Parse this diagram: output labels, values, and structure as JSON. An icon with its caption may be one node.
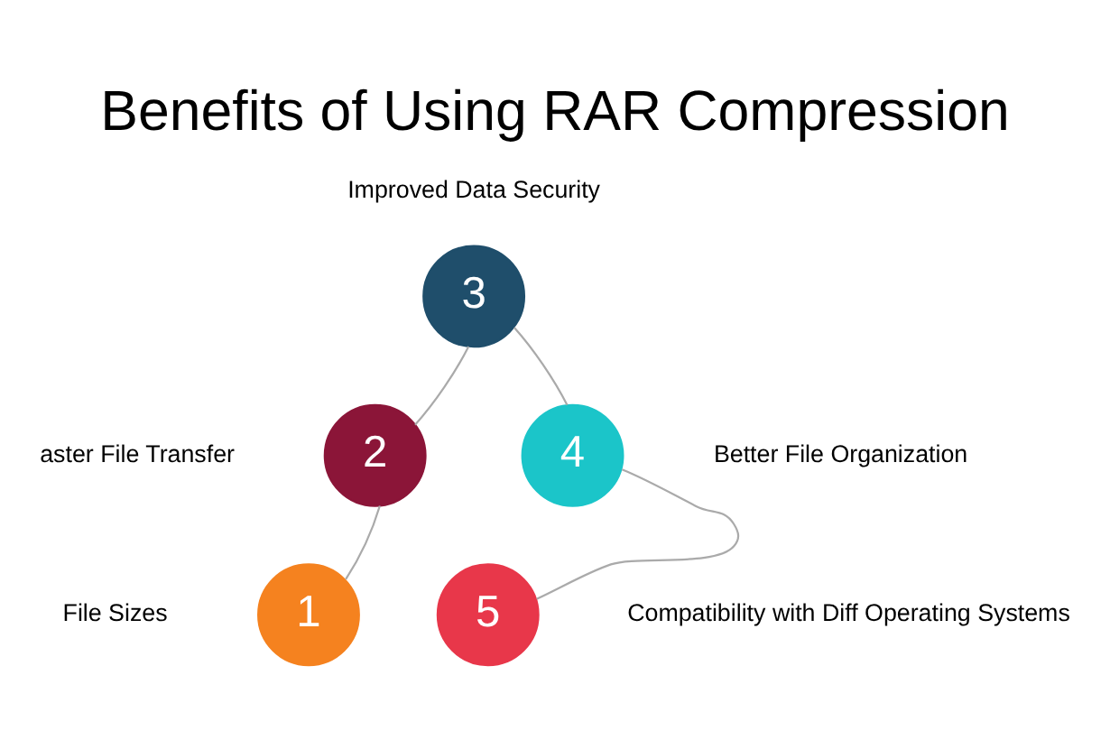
{
  "diagram": {
    "title": "Benefits of Using RAR Compression",
    "nodes": [
      {
        "text": [
          "1"
        ],
        "beside": [
          "File Sizes"
        ]
      },
      {
        "text": [
          "2"
        ],
        "beside": [
          "aster File Transfer"
        ]
      },
      {
        "text": [
          "3"
        ],
        "beside": [
          "Improved Data Security"
        ]
      },
      {
        "text": [
          "4"
        ],
        "beside": [
          "Better File Organization"
        ]
      },
      {
        "text": [
          "5"
        ],
        "beside": [
          "Compatibility with Diff Operating Systems"
        ]
      }
    ],
    "edges": [
      {
        "from": 0,
        "to": 1,
        "arrow": "none"
      },
      {
        "from": 1,
        "to": 2,
        "arrow": "none"
      },
      {
        "from": 2,
        "to": 3,
        "arrow": "none"
      },
      {
        "from": 3,
        "to": 4,
        "arrow": "none"
      }
    ]
  }
}
